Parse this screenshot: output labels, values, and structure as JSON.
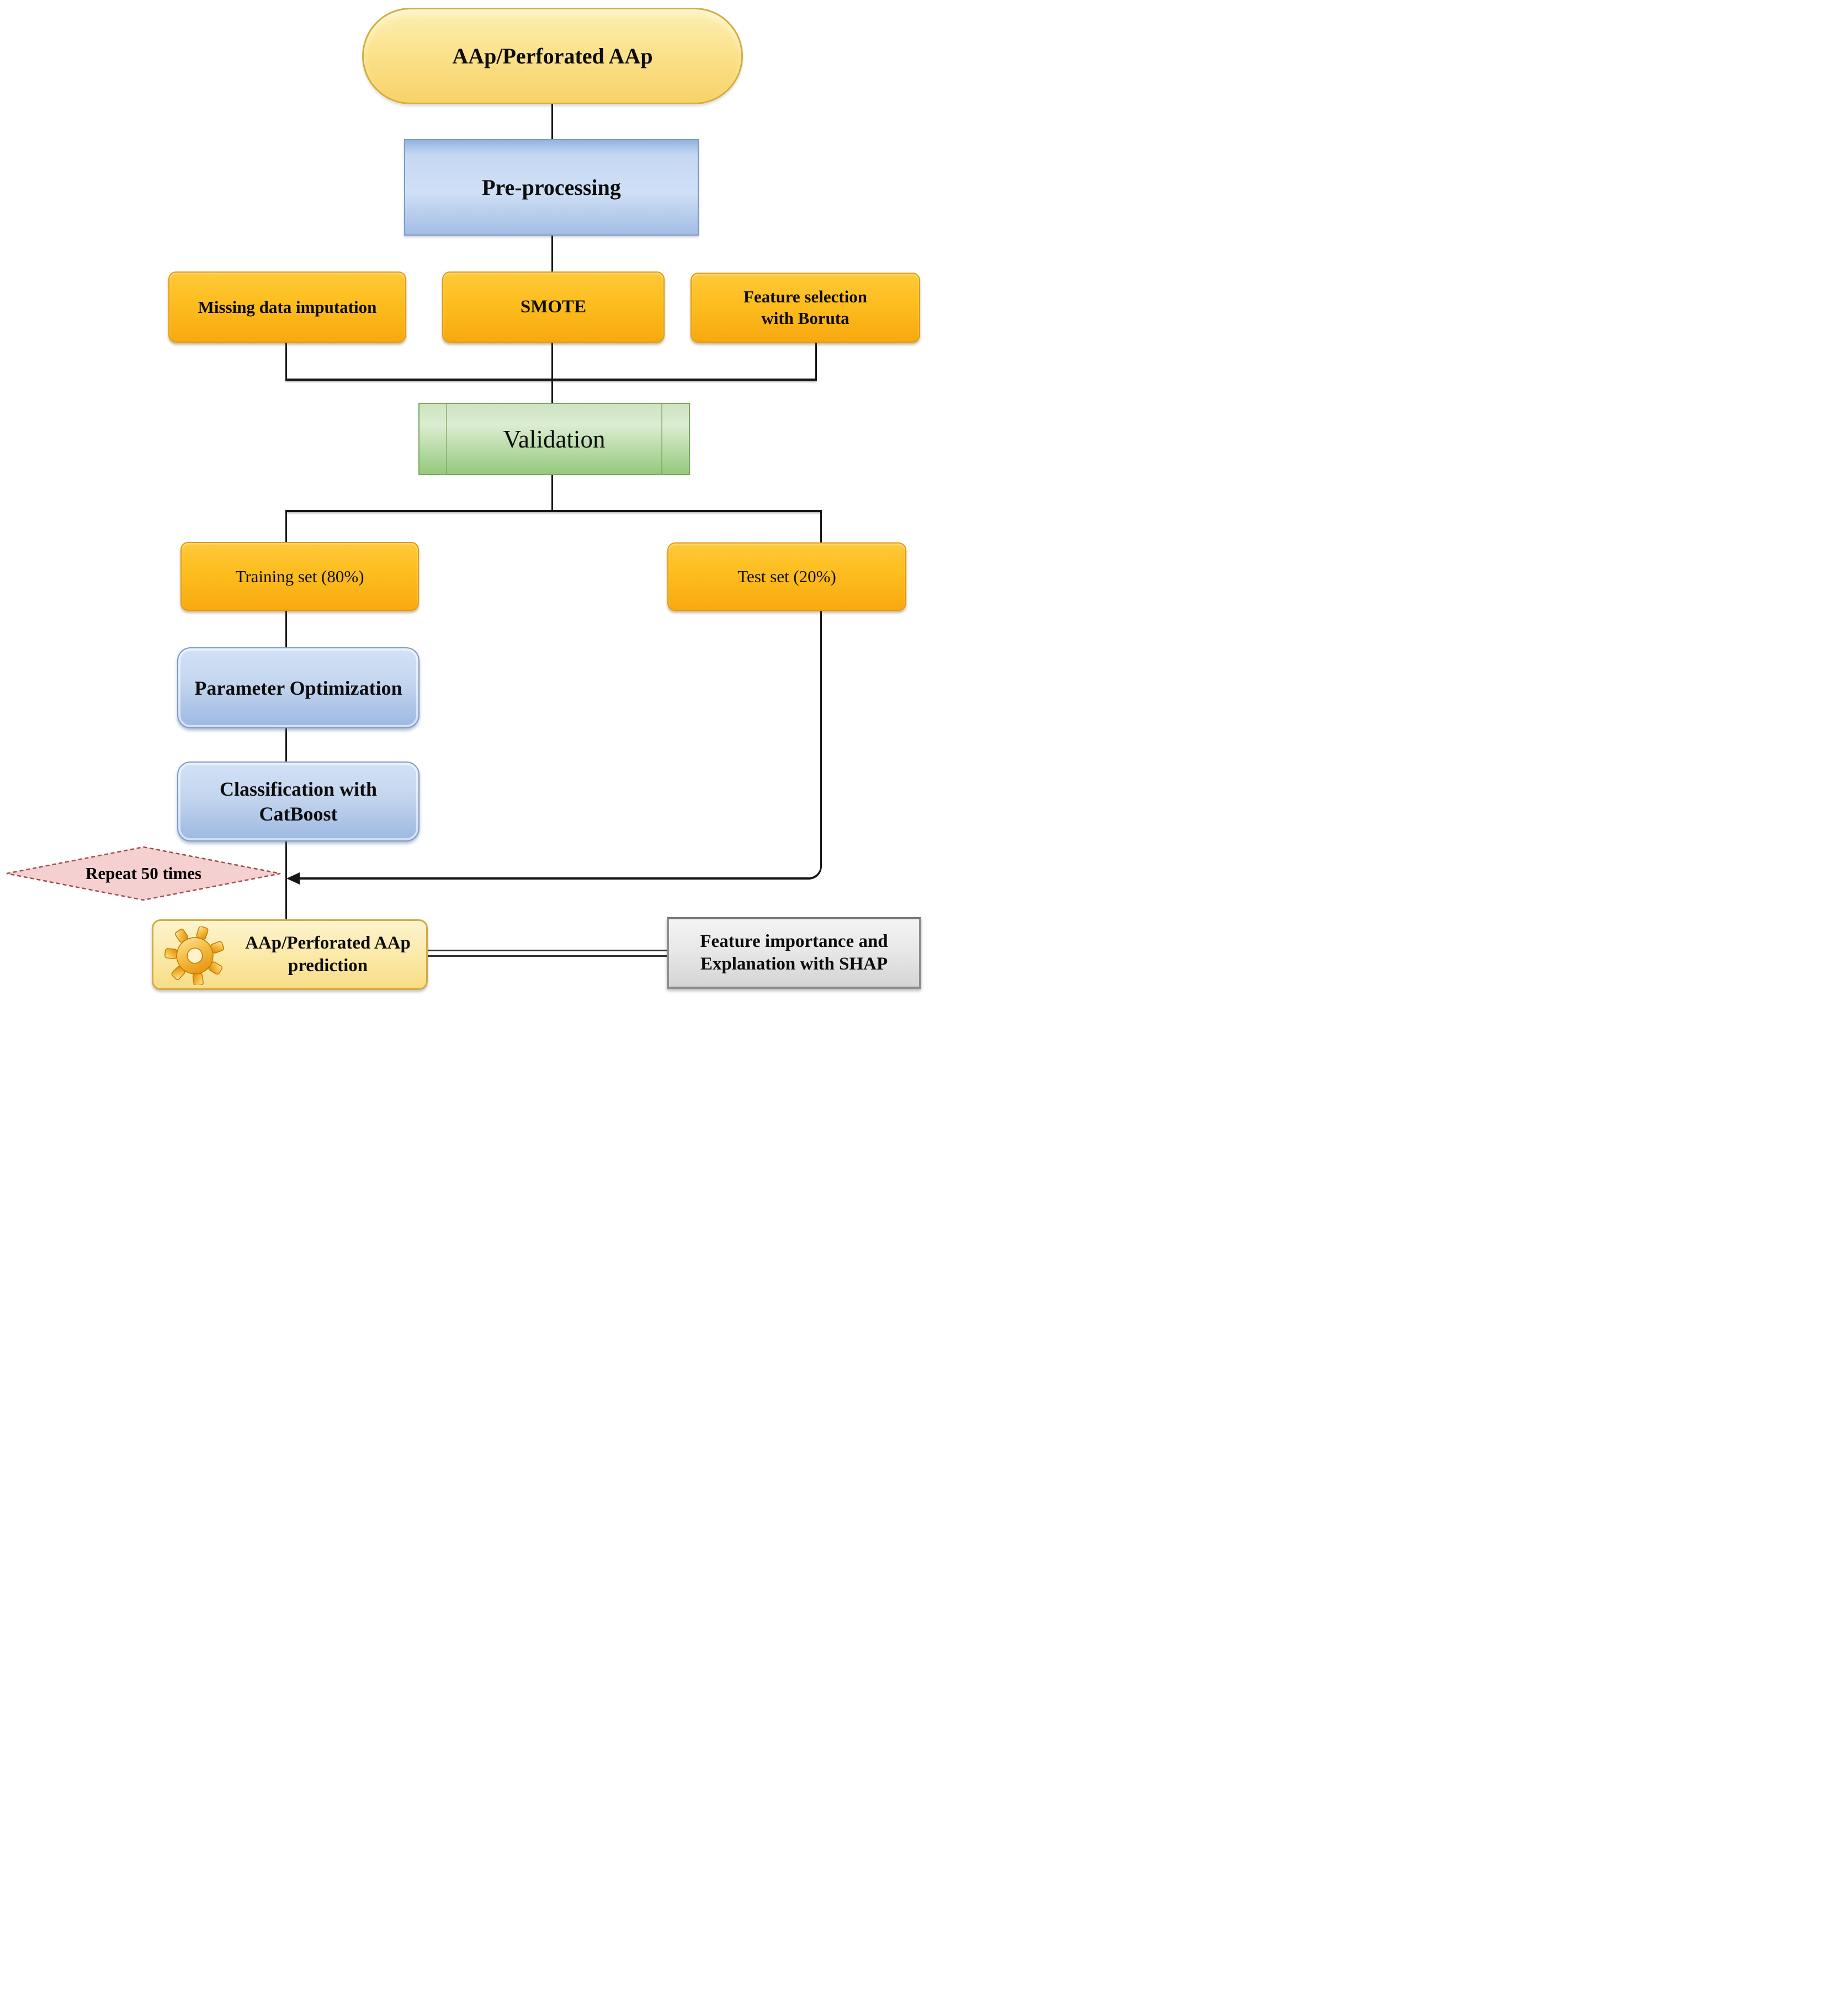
{
  "nodes": {
    "source": {
      "label": "AAp/Perforated AAp",
      "shape": "ellipse"
    },
    "preprocessing": {
      "label": "Pre-processing",
      "shape": "rectangle"
    },
    "missing_imputation": {
      "label": "Missing data imputation",
      "shape": "rounded-rectangle"
    },
    "smote": {
      "label": "SMOTE",
      "shape": "rounded-rectangle"
    },
    "feature_selection": {
      "label": "Feature selection with Boruta",
      "shape": "rounded-rectangle"
    },
    "validation": {
      "label": "Validation",
      "shape": "predefined-process"
    },
    "training_set": {
      "label": "Training set (80%)",
      "shape": "rounded-rectangle"
    },
    "test_set": {
      "label": "Test set (20%)",
      "shape": "rounded-rectangle"
    },
    "parameter_optimization": {
      "label": "Parameter Optimization",
      "shape": "rounded-rectangle"
    },
    "classification": {
      "label": "Classification with CatBoost",
      "shape": "rounded-rectangle"
    },
    "repeat_loop": {
      "label": "Repeat 50 times",
      "shape": "diamond"
    },
    "prediction": {
      "label": "AAp/Perforated AAp prediction",
      "icon": "gear-icon",
      "shape": "rounded-rectangle"
    },
    "shap": {
      "label": "Feature importance and Explanation with SHAP",
      "shape": "rectangle"
    }
  },
  "palette": {
    "ellipseTop": "#fdf0b4",
    "ellipseMid": "#fbe28c",
    "ellipseBottom": "#f7d269",
    "ellipseBorder": "#d3ae3e",
    "blueBorder": "#7b9cca",
    "orangeTop": "#ffc93a",
    "orangeBottom": "#f8a90f",
    "orangeBorder": "#df9b05",
    "greenTop": "#dcecd1",
    "greenBottom": "#97c87e",
    "greenBorder": "#76ab5c",
    "pinkFill": "#f4d0d0",
    "pinkBorder": "#a34b4b",
    "creamTop": "#fdf4cf",
    "creamBottom": "#f8dd86",
    "creamBorder": "#d2ab44",
    "grayBorder": "#8d8d8d",
    "lineColor": "#161616"
  }
}
